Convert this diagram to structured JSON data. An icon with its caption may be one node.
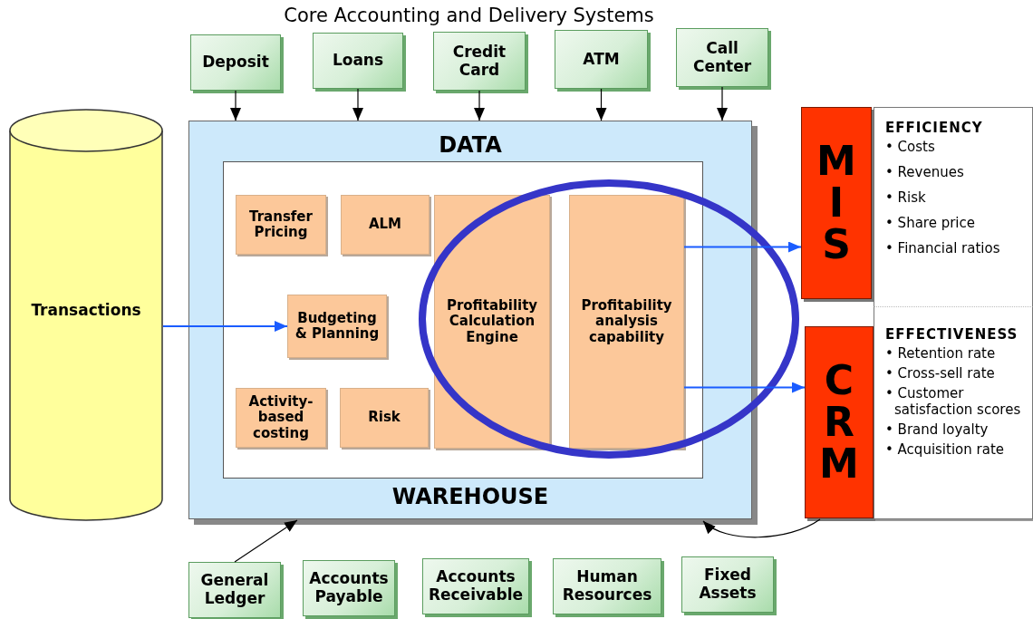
{
  "diagram": {
    "title": "Core Accounting and Delivery Systems",
    "nodes": [
      {
        "text": [
          "Deposit"
        ]
      },
      {
        "text": [
          "Loans"
        ]
      },
      {
        "text": [
          "Credit Card"
        ]
      },
      {
        "text": [
          "ATM"
        ]
      },
      {
        "text": [
          "Call Center"
        ]
      },
      {
        "text": [
          "Transactions"
        ]
      },
      {
        "text": [
          "DATA",
          "WAREHOUSE"
        ]
      },
      {
        "text": [
          "Transfer Pricing"
        ],
        "in": 6
      },
      {
        "text": [
          "ALM"
        ],
        "in": 6
      },
      {
        "text": [
          "Budgeting & Planning"
        ],
        "in": 6
      },
      {
        "text": [
          "Activity-based costing"
        ],
        "in": 6
      },
      {
        "text": [
          "Risk"
        ],
        "in": 6
      },
      {
        "text": [
          "Profitability Calculation Engine"
        ],
        "in": 6
      },
      {
        "text": [
          "Profitability analysis capability"
        ],
        "in": 6
      },
      {
        "text": [
          "MIS"
        ]
      },
      {
        "text": [
          "EFFICIENCY",
          "• Costs",
          "• Revenues",
          "• Risk",
          "• Share price",
          "• Financial ratios"
        ]
      },
      {
        "text": [
          "CRM"
        ]
      },
      {
        "text": [
          "EFFECTIVENESS",
          "• Retention rate",
          "• Cross-sell rate",
          "• Customer satisfaction scores",
          "• Brand loyalty",
          "• Acquisition rate"
        ]
      },
      {
        "text": [
          "General Ledger"
        ]
      },
      {
        "text": [
          "Accounts Payable"
        ]
      },
      {
        "text": [
          "Accounts Receivable"
        ]
      },
      {
        "text": [
          "Human Resources"
        ]
      },
      {
        "text": [
          "Fixed Assets"
        ]
      }
    ],
    "edges": [
      {
        "from": 0,
        "to": 6,
        "arrow": "to"
      },
      {
        "from": 1,
        "to": 6,
        "arrow": "to"
      },
      {
        "from": 2,
        "to": 6,
        "arrow": "to"
      },
      {
        "from": 3,
        "to": 6,
        "arrow": "to"
      },
      {
        "from": 4,
        "to": 6,
        "arrow": "to"
      },
      {
        "from": 5,
        "to": 9,
        "arrow": "to",
        "color": "#1a5cff"
      },
      {
        "from": 13,
        "to": 14,
        "arrow": "to",
        "color": "#1a5cff"
      },
      {
        "from": 13,
        "to": 16,
        "arrow": "to",
        "color": "#1a5cff"
      },
      {
        "from": 18,
        "to": 6,
        "arrow": "to"
      },
      {
        "from": 16,
        "to": 6,
        "arrow": "to"
      }
    ]
  }
}
